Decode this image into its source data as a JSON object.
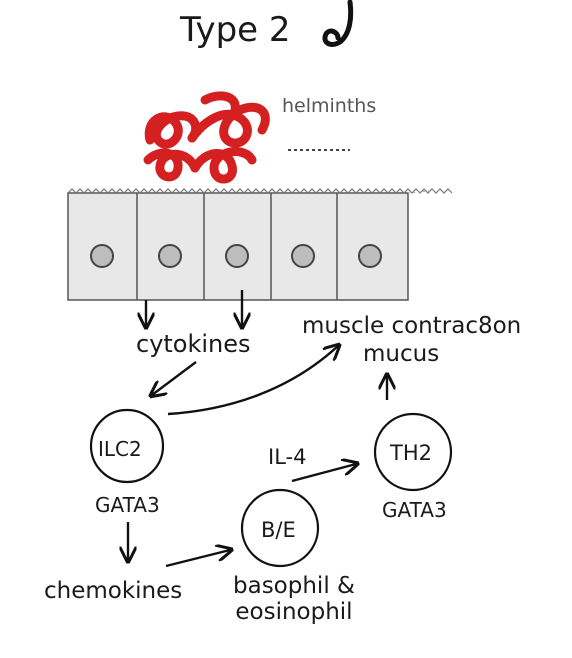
{
  "title": "Type 2",
  "helminths_label": "helminths",
  "cytokines_label": "cytokines",
  "muscle_label": "muscle contrac8on",
  "mucus_label": "mucus",
  "ilc2_label": "ILC2",
  "gata3_ilc2_label": "GATA3",
  "il4_label": "IL-4",
  "th2_label": "TH2",
  "gata3_th2_label": "GATA3",
  "be_label": "B/E",
  "chemokines_label": "chemokines",
  "basophil_label": "basophil &",
  "eosinophil_label": "eosinophil",
  "colors": {
    "helminth": "#d42020",
    "epithelium": "#e8e8e8",
    "line": "#111111"
  }
}
